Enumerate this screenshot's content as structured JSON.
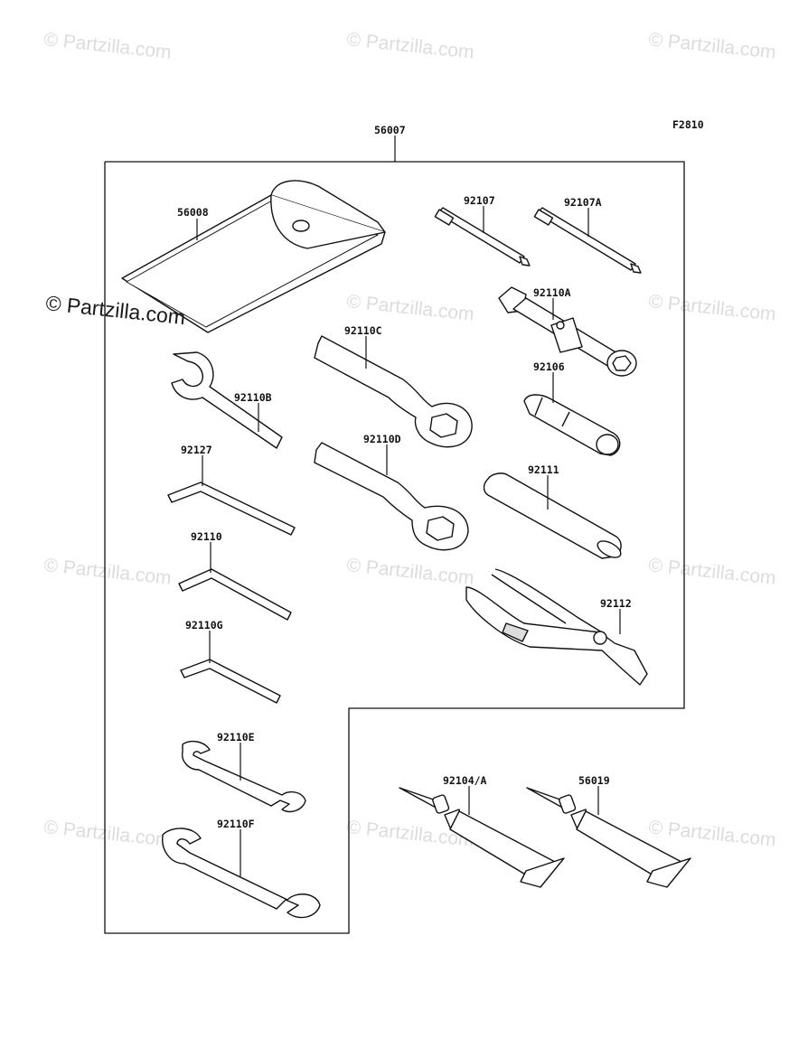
{
  "diagram": {
    "figure_code": "F2810",
    "watermark": "© Partzilla.com",
    "watermark_prominent": "© Partzilla.com",
    "parts": [
      {
        "id": "56007"
      },
      {
        "id": "56008"
      },
      {
        "id": "92107"
      },
      {
        "id": "92107A"
      },
      {
        "id": "92110A"
      },
      {
        "id": "92110C"
      },
      {
        "id": "92110B"
      },
      {
        "id": "92106"
      },
      {
        "id": "92127"
      },
      {
        "id": "92110D"
      },
      {
        "id": "92111"
      },
      {
        "id": "92110"
      },
      {
        "id": "92112"
      },
      {
        "id": "92110G"
      },
      {
        "id": "92110E"
      },
      {
        "id": "92104/A"
      },
      {
        "id": "56019"
      },
      {
        "id": "92110F"
      }
    ]
  }
}
